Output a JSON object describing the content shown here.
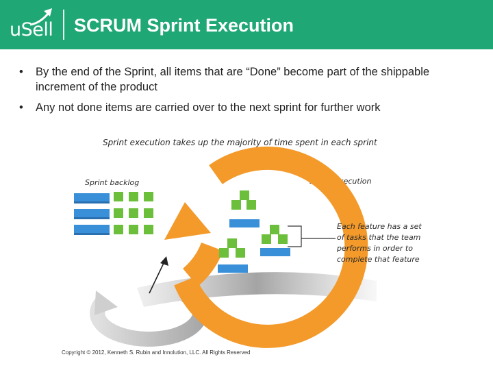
{
  "header": {
    "logo_text": "uSell",
    "title": "SCRUM Sprint Execution",
    "background": "#1fa775"
  },
  "bullets": [
    "By the end of the Sprint, all items that are “Done” become part of the shippable increment of the product",
    "Any not done items are carried over to the next sprint for further work"
  ],
  "diagram": {
    "heading": "Sprint execution takes up the majority of time spent in each sprint",
    "backlog_label": "Sprint backlog",
    "execution_label": "Sprint execution",
    "feature_note": [
      "Each feature has a set",
      "of tasks that the team",
      "performs in order to",
      "complete that feature"
    ],
    "copyright": "Copyright © 2012, Kenneth S. Rubin and Innolution, LLC. All Rights Reserved",
    "colors": {
      "orange": "#f39a2b",
      "green": "#6cbf3b",
      "blue": "#3a8fd9",
      "gray": "#b5b5b5"
    }
  }
}
